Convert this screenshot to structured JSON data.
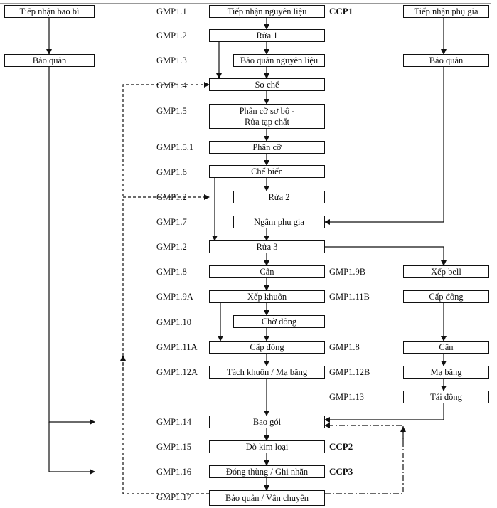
{
  "diagram": {
    "type": "process-flowchart",
    "colors": {
      "line": "#111111",
      "box_border": "#111111",
      "background": "#ffffff"
    },
    "left_column": {
      "boxes": [
        {
          "id": "bl1",
          "label": "Tiếp nhận bao bì"
        },
        {
          "id": "bl2",
          "label": "Bảo quản"
        }
      ]
    },
    "main_column": {
      "steps": [
        {
          "id": "m1",
          "gmp": "GMP1.1",
          "label": "Tiếp nhận nguyên liệu",
          "ccp": "CCP1"
        },
        {
          "id": "m2",
          "gmp": "GMP1.2",
          "label": "Rửa 1"
        },
        {
          "id": "m3",
          "gmp": "GMP1.3",
          "label": "Bảo quản nguyên liệu"
        },
        {
          "id": "m4",
          "gmp": "GMP1.4",
          "label": "Sơ chế"
        },
        {
          "id": "m5",
          "gmp": "GMP1.5",
          "label": "Phân cỡ sơ bộ -\nRửa tạp chất"
        },
        {
          "id": "m6",
          "gmp": "GMP1.5.1",
          "label": "Phân cỡ"
        },
        {
          "id": "m7",
          "gmp": "GMP1.6",
          "label": "Chế biến"
        },
        {
          "id": "m8",
          "gmp": "GMP1.2",
          "label": "Rửa 2"
        },
        {
          "id": "m9",
          "gmp": "GMP1.7",
          "label": "Ngâm phụ gia"
        },
        {
          "id": "m10",
          "gmp": "GMP1.2",
          "label": "Rửa 3"
        },
        {
          "id": "m11",
          "gmp": "GMP1.8",
          "label": "Cân"
        },
        {
          "id": "m12",
          "gmp": "GMP1.9A",
          "label": "Xếp khuôn"
        },
        {
          "id": "m13",
          "gmp": "GMP1.10",
          "label": "Chờ đông"
        },
        {
          "id": "m14",
          "gmp": "GMP1.11A",
          "label": "Cấp đông"
        },
        {
          "id": "m15",
          "gmp": "GMP1.12A",
          "label": "Tách khuôn / Mạ băng"
        },
        {
          "id": "m16",
          "gmp": "GMP1.14",
          "label": "Bao gói"
        },
        {
          "id": "m17",
          "gmp": "GMP1.15",
          "label": "Dò kim loại",
          "ccp": "CCP2"
        },
        {
          "id": "m18",
          "gmp": "GMP1.16",
          "label": "Đóng thùng / Ghi nhãn",
          "ccp": "CCP3"
        },
        {
          "id": "m19",
          "gmp": "GMP1.17",
          "label": "Bảo quản / Vận chuyển"
        }
      ]
    },
    "right_column": {
      "boxes": [
        {
          "id": "r1",
          "label": "Tiếp nhận phụ gia"
        },
        {
          "id": "r2",
          "label": "Bảo quản"
        },
        {
          "id": "r3",
          "label": "Xếp bell",
          "gmp": "GMP1.9B"
        },
        {
          "id": "r4",
          "label": "Cấp đông",
          "gmp": "GMP1.11B"
        },
        {
          "id": "r5",
          "label": "Cân",
          "gmp": "GMP1.8"
        },
        {
          "id": "r6",
          "label": "Mạ băng",
          "gmp": "GMP1.12B"
        },
        {
          "id": "r7",
          "label": "Tái đông",
          "gmp": "GMP1.13"
        }
      ]
    },
    "edges": [
      {
        "from": "bl1",
        "to": "bl2",
        "style": "solid"
      },
      {
        "from": "bl2",
        "to": "m16",
        "style": "solid"
      },
      {
        "from": "bl2",
        "to": "m18",
        "style": "solid"
      },
      {
        "from": "m1",
        "to": "m2",
        "style": "solid"
      },
      {
        "from": "m2",
        "to": "m3",
        "style": "solid"
      },
      {
        "from": "m2",
        "to": "m4",
        "style": "solid"
      },
      {
        "from": "m3",
        "to": "m4",
        "style": "solid"
      },
      {
        "from": "m4",
        "to": "m5",
        "style": "solid"
      },
      {
        "from": "m5",
        "to": "m6",
        "style": "solid"
      },
      {
        "from": "m6",
        "to": "m7",
        "style": "solid"
      },
      {
        "from": "m7",
        "to": "m8",
        "style": "solid"
      },
      {
        "from": "m7",
        "to": "m10",
        "style": "solid"
      },
      {
        "from": "m9",
        "to": "m10",
        "style": "solid"
      },
      {
        "from": "m10",
        "to": "m11",
        "style": "solid"
      },
      {
        "from": "m10",
        "to": "r3",
        "style": "solid"
      },
      {
        "from": "m11",
        "to": "m12",
        "style": "solid"
      },
      {
        "from": "m12",
        "to": "m13",
        "style": "solid"
      },
      {
        "from": "m12",
        "to": "m14",
        "style": "solid"
      },
      {
        "from": "m13",
        "to": "m14",
        "style": "solid"
      },
      {
        "from": "m14",
        "to": "m15",
        "style": "solid"
      },
      {
        "from": "m15",
        "to": "m16",
        "style": "solid"
      },
      {
        "from": "m16",
        "to": "m17",
        "style": "solid"
      },
      {
        "from": "m17",
        "to": "m18",
        "style": "solid"
      },
      {
        "from": "m18",
        "to": "m19",
        "style": "solid"
      },
      {
        "from": "r1",
        "to": "r2",
        "style": "solid"
      },
      {
        "from": "r2",
        "to": "m9",
        "style": "solid"
      },
      {
        "from": "r4",
        "to": "r5",
        "style": "solid"
      },
      {
        "from": "r5",
        "to": "r6",
        "style": "solid"
      },
      {
        "from": "r6",
        "to": "r7",
        "style": "solid"
      },
      {
        "from": "r7",
        "to": "m16",
        "style": "solid"
      },
      {
        "from": "m19",
        "to": "m4",
        "style": "dashed",
        "note": "return loop to Sơ chế"
      },
      {
        "from": "m19",
        "to": "m8",
        "style": "dashed",
        "note": "return loop to Rửa 2"
      },
      {
        "from": "m19",
        "to": "m16",
        "style": "dash-dot",
        "note": "return loop to Bao gói"
      }
    ]
  }
}
